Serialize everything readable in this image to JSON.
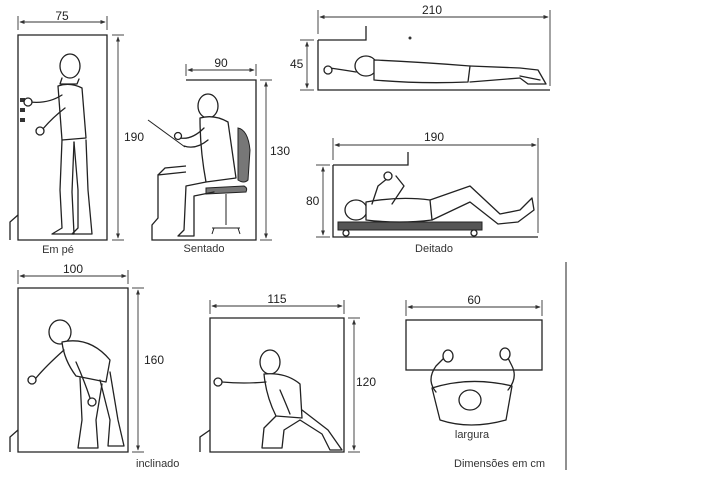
{
  "panels": {
    "em_pe": {
      "caption": "Em pé",
      "width_label": "75",
      "height_label": "190"
    },
    "sentado": {
      "caption": "Sentado",
      "width_label": "90",
      "height_label": "130"
    },
    "deitado_ventral": {
      "width_label": "210",
      "height_label": "45"
    },
    "deitado": {
      "caption": "Deitado",
      "width_label": "190",
      "height_label": "80"
    },
    "inclinado": {
      "caption": "inclinado",
      "width_label": "100",
      "height_label": "160"
    },
    "ajoelhado": {
      "width_label": "115",
      "height_label": "120"
    },
    "largura": {
      "caption": "largura",
      "width_label": "60"
    }
  },
  "note": "Dimensões em cm"
}
